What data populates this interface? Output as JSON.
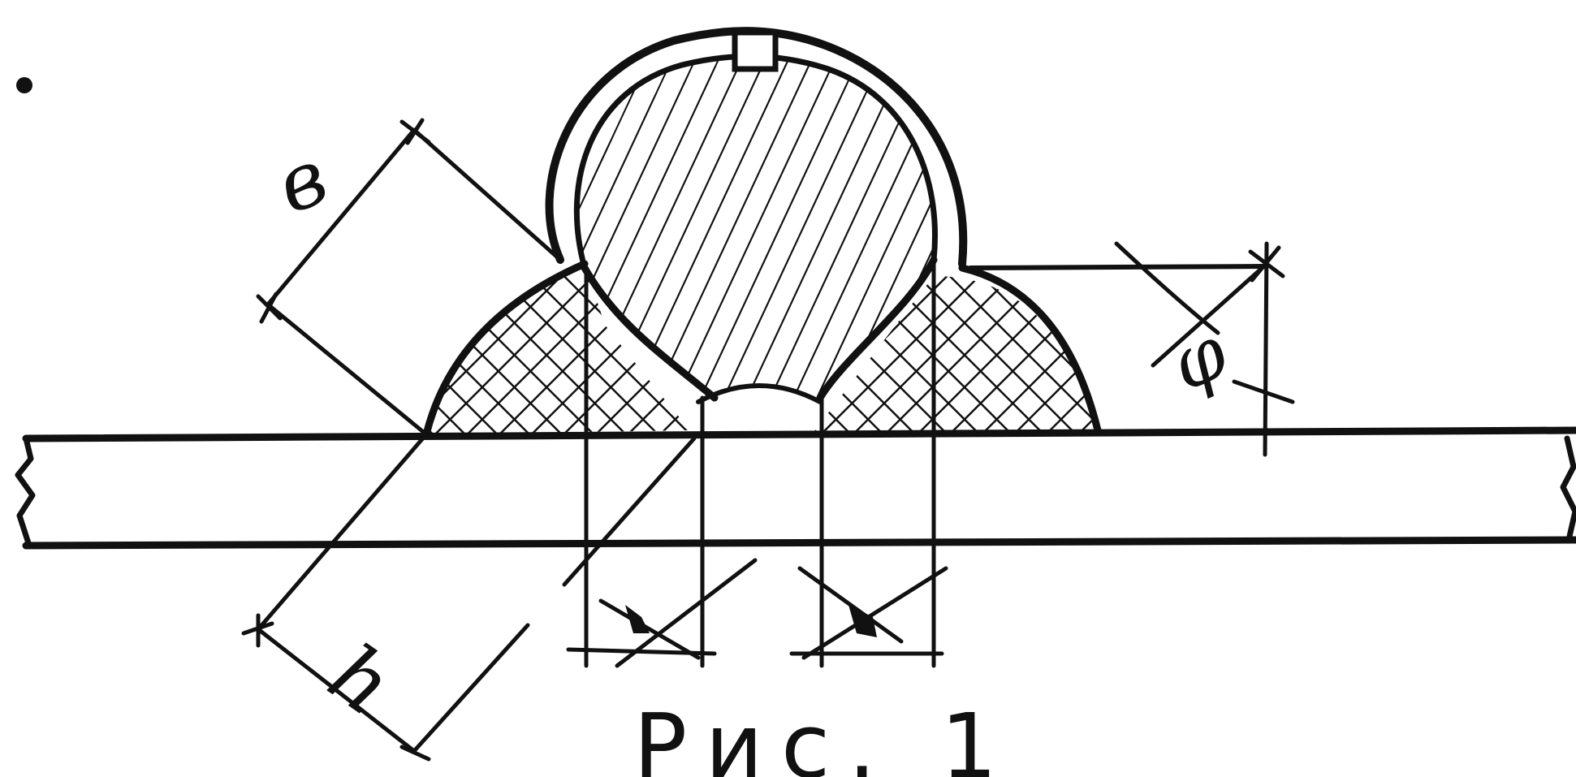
{
  "labels": {
    "b": "в",
    "h": "h",
    "phi": "φ"
  },
  "caption": "Рис. 1",
  "colors": {
    "ink": "#111111",
    "background": "#ffffff"
  }
}
